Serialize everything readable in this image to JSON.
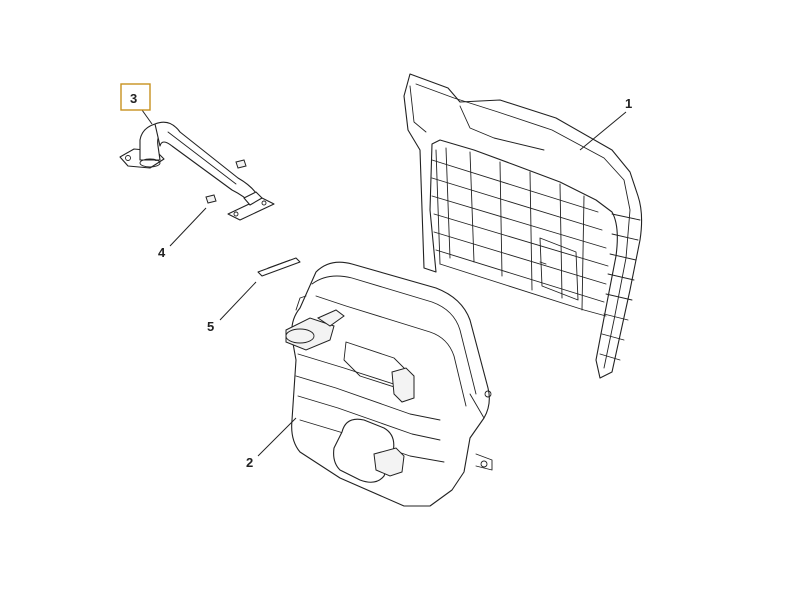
{
  "callouts": [
    {
      "id": "1",
      "label": "1"
    },
    {
      "id": "2",
      "label": "2"
    },
    {
      "id": "3",
      "label": "3",
      "highlighted": true
    },
    {
      "id": "4",
      "label": "4"
    },
    {
      "id": "5",
      "label": "5"
    }
  ],
  "colors": {
    "line": "#222222",
    "highlight_box": "#c8911e",
    "background": "#ffffff"
  }
}
